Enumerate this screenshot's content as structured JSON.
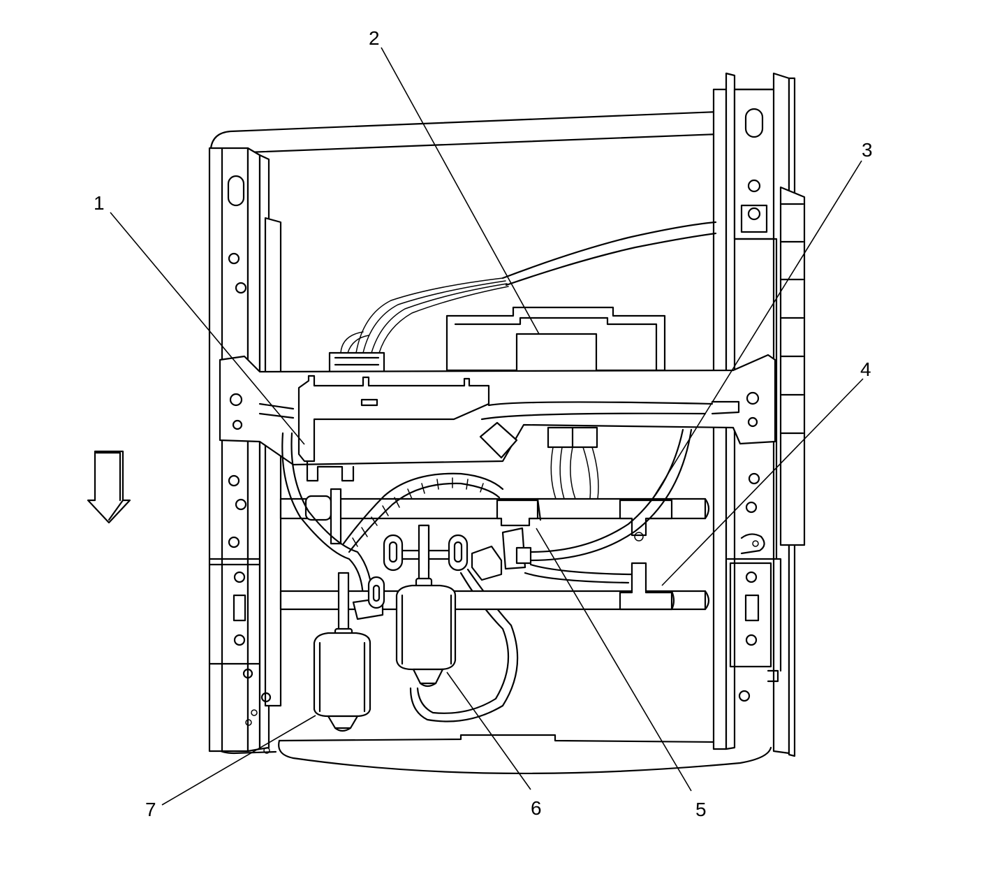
{
  "callouts": [
    {
      "id": "1",
      "label": "1"
    },
    {
      "id": "2",
      "label": "2"
    },
    {
      "id": "3",
      "label": "3"
    },
    {
      "id": "4",
      "label": "4"
    },
    {
      "id": "5",
      "label": "5"
    },
    {
      "id": "6",
      "label": "6"
    },
    {
      "id": "7",
      "label": "7"
    }
  ],
  "icons": {
    "direction_arrow": "down-arrow-icon"
  },
  "colors": {
    "line": "#000000",
    "background": "#ffffff"
  }
}
